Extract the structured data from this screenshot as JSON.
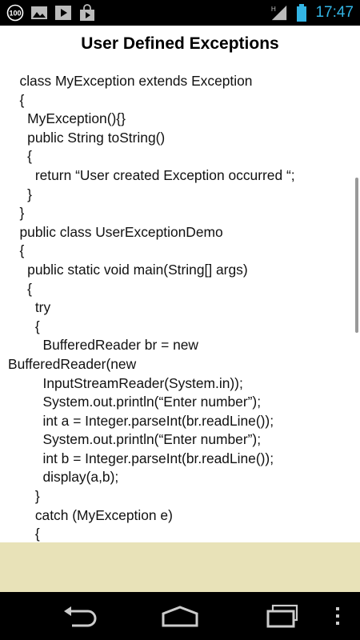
{
  "status_bar": {
    "time": "17:47",
    "left_icons": [
      "badge-100-icon",
      "image-icon",
      "video-play-icon",
      "store-bag-icon"
    ],
    "right_icons": [
      "signal-icon",
      "battery-icon"
    ]
  },
  "page": {
    "title": "User Defined Exceptions",
    "code_lines": [
      "   class MyException extends Exception",
      "   {",
      "     MyException(){}",
      "     public String toString()",
      "     {",
      "       return “User created Exception occurred “;",
      "     }",
      "   }",
      "   public class UserExceptionDemo",
      "   {",
      "     public static void main(String[] args)",
      "     {",
      "       try",
      "       {",
      "         BufferedReader br = new",
      "BufferedReader(new",
      "         InputStreamReader(System.in));",
      "         System.out.println(“Enter number”);",
      "         int a = Integer.parseInt(br.readLine());",
      "         System.out.println(“Enter number”);",
      "         int b = Integer.parseInt(br.readLine());",
      "         display(a,b);",
      "       }",
      "       catch (MyException e)",
      "       {"
    ]
  },
  "nav_bar": {
    "buttons": [
      "back-icon",
      "home-icon",
      "recent-apps-icon",
      "menu-icon"
    ]
  }
}
